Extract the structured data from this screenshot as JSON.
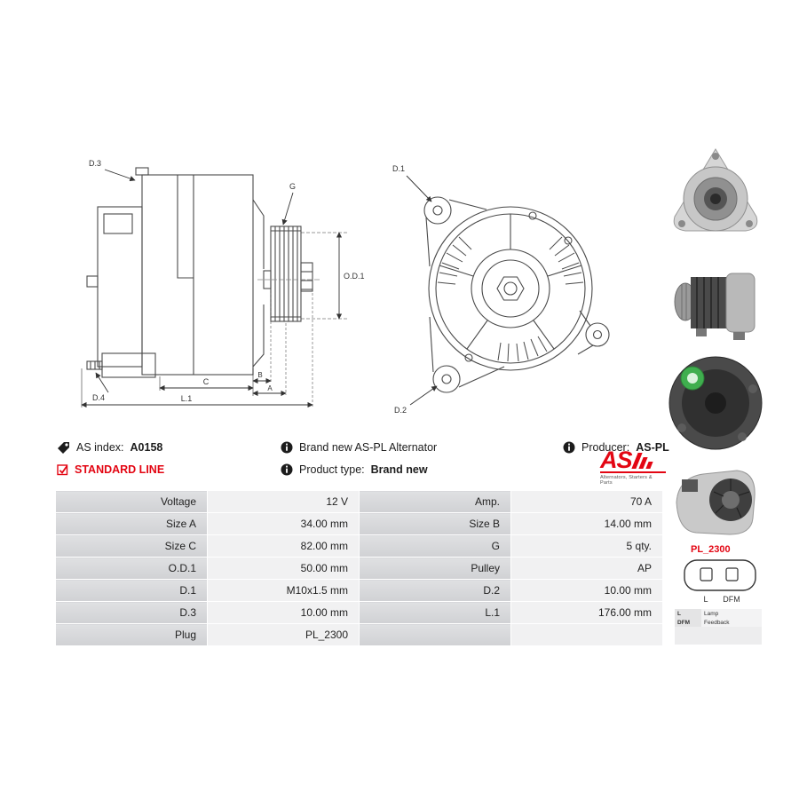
{
  "colors": {
    "accent": "#e30613"
  },
  "info": {
    "as_index_label": "AS index:",
    "as_index_value": "A0158",
    "description": "Brand new AS-PL Alternator",
    "producer_label": "Producer:",
    "producer_value": "AS-PL",
    "standard_line": "STANDARD LINE",
    "product_type_label": "Product type:",
    "product_type_value": "Brand new"
  },
  "logo": {
    "text": "AS",
    "subtext": "Alternators, Starters & Parts"
  },
  "drawing": {
    "side": {
      "d3": "D.3",
      "d4": "D.4",
      "g": "G",
      "od1": "O.D.1",
      "c": "C",
      "b": "B",
      "a": "A",
      "l1": "L.1"
    },
    "front": {
      "d1": "D.1",
      "d2": "D.2"
    }
  },
  "plug": {
    "code": "PL_2300",
    "pin_left": "L",
    "pin_right": "DFM",
    "legend": [
      {
        "key": "L",
        "value": "Lamp"
      },
      {
        "key": "DFM",
        "value": "Feedback"
      }
    ]
  },
  "spec_table": {
    "rows": [
      {
        "label1": "Voltage",
        "value1": "12 V",
        "label2": "Amp.",
        "value2": "70 A"
      },
      {
        "label1": "Size A",
        "value1": "34.00 mm",
        "label2": "Size B",
        "value2": "14.00 mm"
      },
      {
        "label1": "Size C",
        "value1": "82.00 mm",
        "label2": "G",
        "value2": "5 qty."
      },
      {
        "label1": "O.D.1",
        "value1": "50.00 mm",
        "label2": "Pulley",
        "value2": "AP"
      },
      {
        "label1": "D.1",
        "value1": "M10x1.5 mm",
        "label2": "D.2",
        "value2": "10.00 mm"
      },
      {
        "label1": "D.3",
        "value1": "10.00 mm",
        "label2": "L.1",
        "value2": "176.00 mm"
      },
      {
        "label1": "Plug",
        "value1": "PL_2300",
        "label2": "",
        "value2": ""
      }
    ]
  }
}
